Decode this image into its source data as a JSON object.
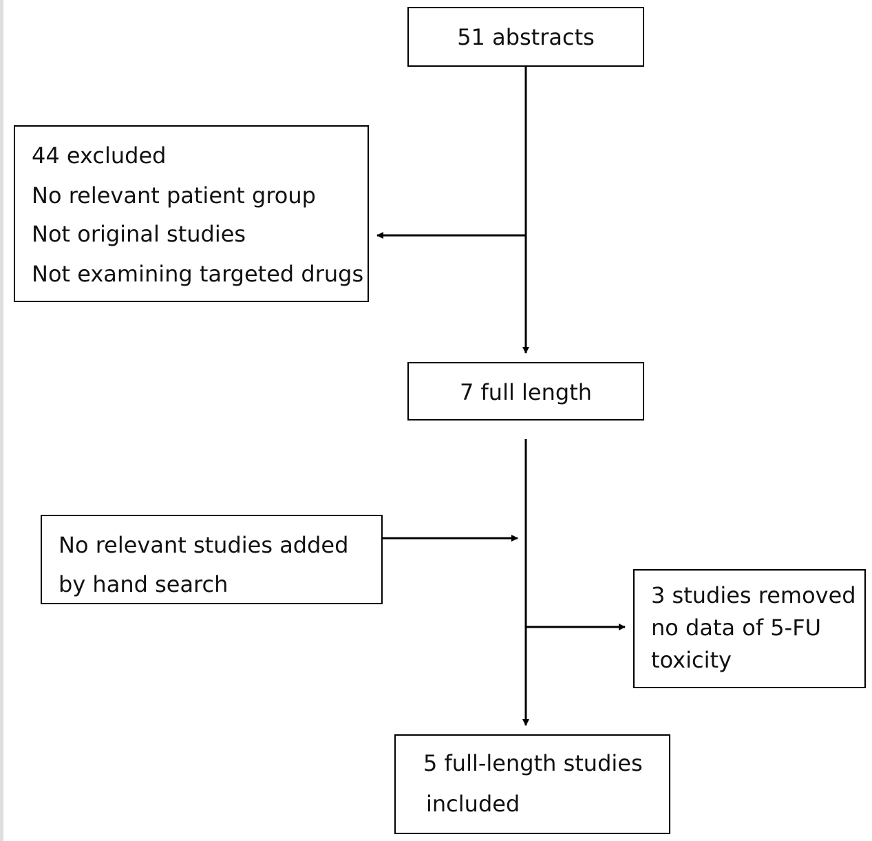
{
  "diagram": {
    "nodes": {
      "abstracts": {
        "lines": [
          "51 abstracts"
        ]
      },
      "excluded": {
        "lines": [
          "44 excluded",
          "No relevant patient group",
          "Not original  studies",
          "Not examining targeted drugs"
        ]
      },
      "full_length": {
        "lines": [
          "7 full length"
        ]
      },
      "hand_search": {
        "lines": [
          "No relevant studies added",
          "by hand search"
        ]
      },
      "removed": {
        "lines": [
          "3 studies removed",
          "no data of 5-FU",
          "toxicity"
        ]
      },
      "included": {
        "lines": [
          "5 full-length studies",
          "included"
        ]
      }
    },
    "edges": [
      {
        "from": "abstracts",
        "to": "full_length"
      },
      {
        "from": "abstracts",
        "to": "excluded"
      },
      {
        "from": "full_length",
        "to": "included"
      },
      {
        "from": "hand_search",
        "to": "included"
      },
      {
        "from": "full_length",
        "to": "removed"
      }
    ]
  }
}
